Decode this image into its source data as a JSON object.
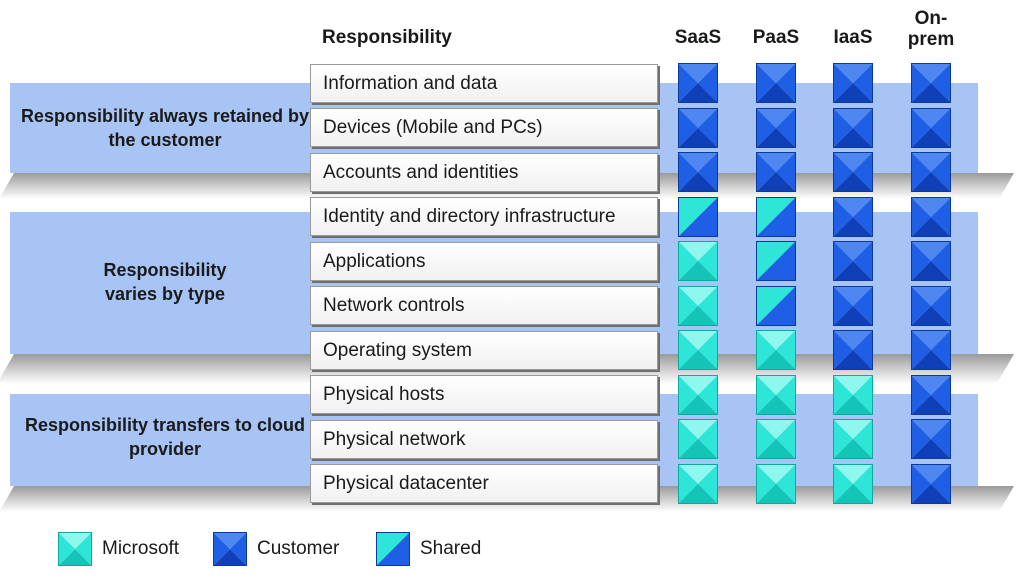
{
  "header": {
    "responsibility": "Responsibility",
    "columns": [
      "SaaS",
      "PaaS",
      "IaaS",
      "On-prem"
    ]
  },
  "groups": [
    {
      "label": "Responsibility always retained by the customer"
    },
    {
      "label": "Responsibility varies by type"
    },
    {
      "label": "Responsibility transfers to cloud provider"
    }
  ],
  "rows": [
    {
      "label": "Information and data",
      "cells": [
        "customer",
        "customer",
        "customer",
        "customer"
      ]
    },
    {
      "label": "Devices (Mobile and PCs)",
      "cells": [
        "customer",
        "customer",
        "customer",
        "customer"
      ]
    },
    {
      "label": "Accounts and identities",
      "cells": [
        "customer",
        "customer",
        "customer",
        "customer"
      ]
    },
    {
      "label": "Identity and directory infrastructure",
      "cells": [
        "shared",
        "shared",
        "customer",
        "customer"
      ]
    },
    {
      "label": "Applications",
      "cells": [
        "microsoft",
        "shared",
        "customer",
        "customer"
      ]
    },
    {
      "label": "Network controls",
      "cells": [
        "microsoft",
        "shared",
        "customer",
        "customer"
      ]
    },
    {
      "label": "Operating system",
      "cells": [
        "microsoft",
        "microsoft",
        "customer",
        "customer"
      ]
    },
    {
      "label": "Physical hosts",
      "cells": [
        "microsoft",
        "microsoft",
        "microsoft",
        "customer"
      ]
    },
    {
      "label": "Physical network",
      "cells": [
        "microsoft",
        "microsoft",
        "microsoft",
        "customer"
      ]
    },
    {
      "label": "Physical datacenter",
      "cells": [
        "microsoft",
        "microsoft",
        "microsoft",
        "customer"
      ]
    }
  ],
  "legend": [
    {
      "type": "microsoft",
      "label": "Microsoft"
    },
    {
      "type": "customer",
      "label": "Customer"
    },
    {
      "type": "shared",
      "label": "Shared"
    }
  ],
  "colors": {
    "microsoft": "#2ee6d8",
    "customer": "#1f5fe6",
    "band": "#a7c4f4"
  }
}
